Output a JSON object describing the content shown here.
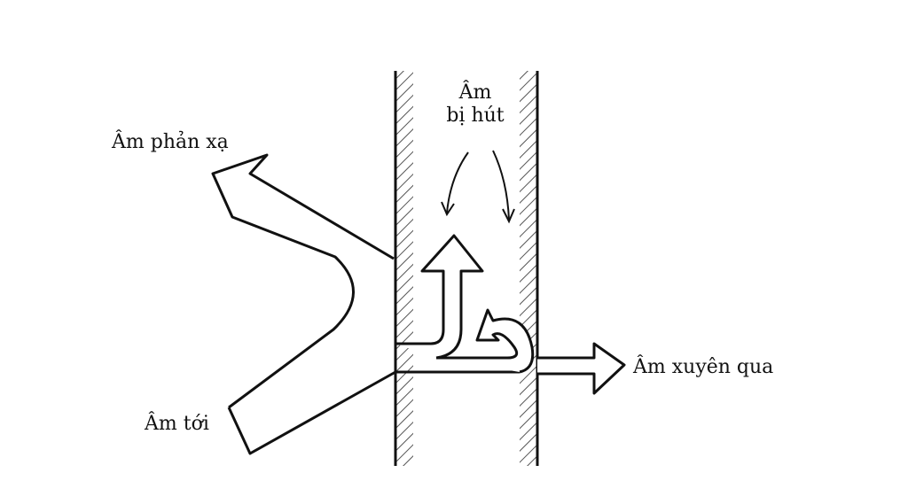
{
  "labels": {
    "reflected": "Âm phản xạ",
    "incident": "Âm tới",
    "transmitted": "Âm xuyên qua",
    "absorbed_line1": "Âm",
    "absorbed_line2": "bị hút"
  },
  "colors": {
    "stroke": "#111111",
    "hatch": "#555555",
    "background": "#ffffff"
  }
}
